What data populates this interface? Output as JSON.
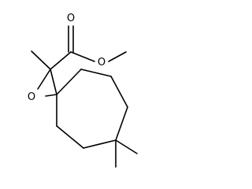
{
  "molecule": {
    "atom_labels": {
      "carbonyl_oxygen": "O",
      "ester_oxygen": "O",
      "epoxide_oxygen": "O"
    },
    "colors": {
      "bond": "#000000",
      "label": "#000000",
      "background": "#ffffff"
    }
  }
}
